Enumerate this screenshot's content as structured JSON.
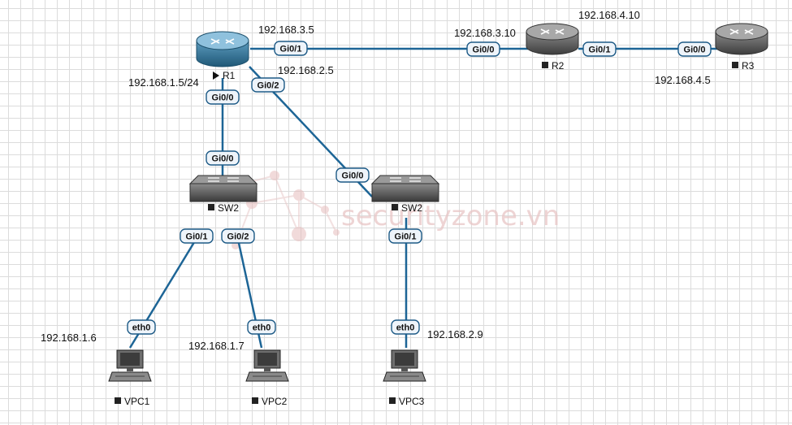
{
  "watermark": "securityzone.vn",
  "devices": {
    "r1": {
      "label": "R1"
    },
    "r2": {
      "label": "R2"
    },
    "r3": {
      "label": "R3"
    },
    "sw_left": {
      "label": "SW2"
    },
    "sw_right": {
      "label": "SW2"
    },
    "vpc1": {
      "label": "VPC1"
    },
    "vpc2": {
      "label": "VPC2"
    },
    "vpc3": {
      "label": "VPC3"
    }
  },
  "ports": {
    "r1_gi01": "Gi0/1",
    "r2_gi00": "Gi0/0",
    "r2_gi01": "Gi0/1",
    "r3_gi00": "Gi0/0",
    "r1_gi02": "Gi0/2",
    "r1_gi00": "Gi0/0",
    "swl_gi00": "Gi0/0",
    "swr_gi00": "Gi0/0",
    "swl_gi01": "Gi0/1",
    "swl_gi02": "Gi0/2",
    "swr_gi01": "Gi0/1",
    "vpc1_eth0": "eth0",
    "vpc2_eth0": "eth0",
    "vpc3_eth0": "eth0"
  },
  "ips": {
    "r1_gi01": "192.168.3.5",
    "r1_gi02": "192.168.2.5",
    "r1_gi00": "192.168.1.5/24",
    "r2_gi00": "192.168.3.10",
    "r2_gi01": "192.168.4.10",
    "r3_gi00": "192.168.4.5",
    "vpc1": "192.168.1.6",
    "vpc2": "192.168.1.7",
    "vpc3": "192.168.2.9"
  },
  "colors": {
    "link": "#1d6596",
    "router_r1": "#2f6d8e",
    "router_other": "#5a5a5a",
    "switch": "#555555",
    "grid": "#dcdcdc"
  }
}
